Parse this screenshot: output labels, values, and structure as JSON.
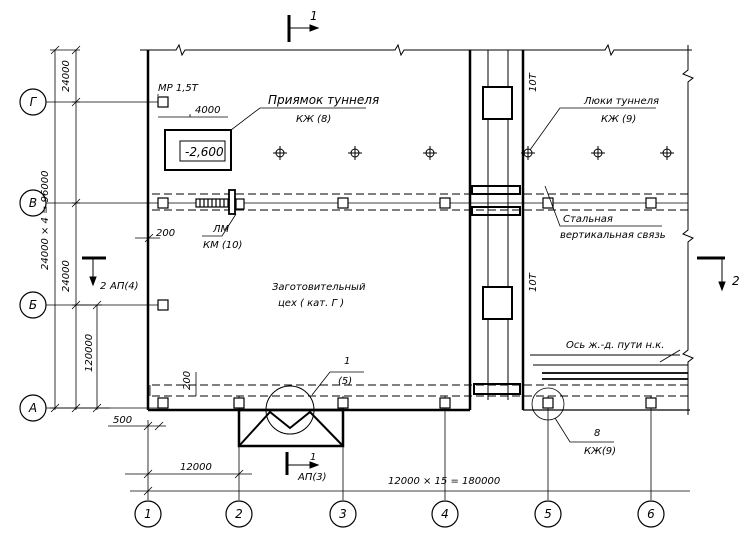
{
  "axes_letters": [
    "Г",
    "В",
    "Б",
    "А"
  ],
  "axes_numbers": [
    "1",
    "2",
    "3",
    "4",
    "5",
    "6"
  ],
  "section": {
    "top_mark": "1",
    "right_mark": "2",
    "left_mark": "2",
    "left_ref": "АП(4)",
    "bottom_mark": "1",
    "bottom_ref": "АП(3)"
  },
  "dims": {
    "d24000_top": "24000",
    "d24000_bottom": "24000",
    "d96000": "24000 × 4 = 96000",
    "d120000": "120000",
    "d4000": "4000",
    "d200_left": "200",
    "d200_bottom": "200",
    "d500": "500",
    "d12000": "12000",
    "d180000": "12000 × 15 = 180000"
  },
  "labels": {
    "crane_left": "МР 1,5Т",
    "crane_right_top": "10Т",
    "crane_right_bottom": "10Т",
    "tunnel_pit": "Приямок туннеля",
    "tunnel_pit_ref": "КЖ (8)",
    "level": "-2,600",
    "hatches": "Люки туннеля",
    "hatches_ref": "КЖ (9)",
    "lm": "ЛМ",
    "lm_ref": "КМ (10)",
    "steel_brace_1": "Стальная",
    "steel_brace_2": "вертикальная связь",
    "workshop_1": "Заготовительный",
    "workshop_2": "цех ( кат. Г )",
    "rail_axis": "Ось ж.-д. пути н.к.",
    "callout_1": "1",
    "callout_1_ref": "(5)",
    "callout_8": "8",
    "callout_8_ref": "КЖ(9)"
  }
}
